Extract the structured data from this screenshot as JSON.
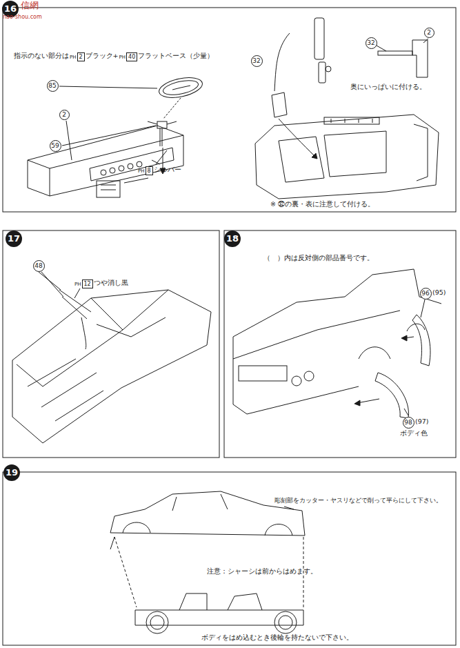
{
  "diagram": {
    "nodes": [
      {
        "text": [
          "16"
        ]
      },
      {
        "text": [
          "2"
        ]
      },
      {
        "text": [
          "40"
        ]
      },
      {
        "text": [
          "32"
        ]
      },
      {
        "text": [
          "2"
        ]
      },
      {
        "text": [
          "32"
        ]
      },
      {
        "text": [
          "85"
        ]
      },
      {
        "text": [
          "2"
        ]
      },
      {
        "text": [
          "59"
        ]
      },
      {
        "text": [
          "8"
        ]
      },
      {
        "text": [
          "17"
        ]
      },
      {
        "text": [
          "18"
        ]
      },
      {
        "text": [
          "48"
        ]
      },
      {
        "text": [
          "12"
        ]
      },
      {
        "text": [
          "96"
        ]
      },
      {
        "text": [
          "98"
        ]
      },
      {
        "text": [
          "19"
        ]
      }
    ],
    "labels": [
      "信網",
      "nao-shou.com",
      "指示のない部分は",
      "PH",
      "ブラック+",
      "PH",
      "フラットベース（少量）",
      "奥にいっぱいに付ける。",
      "PH",
      "シルバー",
      "※ ㉜の裏・表に注意して付ける。",
      "PH",
      "つや消し黒",
      "（　）内は反対側の部品番号です。",
      "(95)",
      "(97)",
      "ボディ色",
      "彫刻部をカッター・ヤスリなどで削って平らにして下さい。",
      "注意：シャーシは前からはめます。",
      "ボディをはめ込むとき後輪を持たないで下さい。"
    ]
  }
}
